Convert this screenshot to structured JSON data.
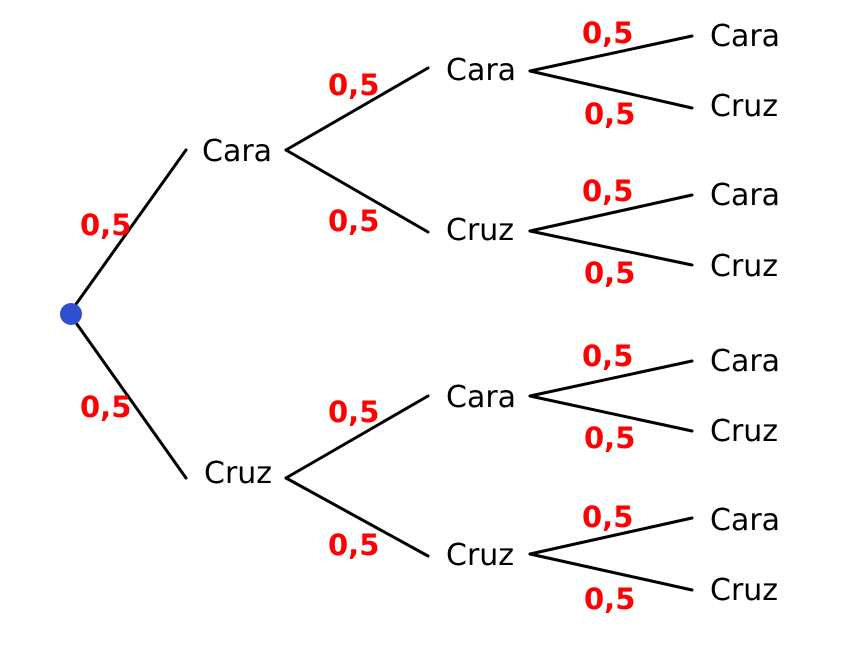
{
  "colors": {
    "edge": "#000000",
    "probability": "#ff0000",
    "root": "#2e4fd0",
    "node_text": "#000000"
  },
  "tree": {
    "root": {
      "label": ""
    },
    "level1": [
      {
        "label": "Cara",
        "prob": "0,5"
      },
      {
        "label": "Cruz",
        "prob": "0,5"
      }
    ],
    "level2": [
      {
        "label": "Cara",
        "prob": "0,5"
      },
      {
        "label": "Cruz",
        "prob": "0,5"
      },
      {
        "label": "Cara",
        "prob": "0,5"
      },
      {
        "label": "Cruz",
        "prob": "0,5"
      }
    ],
    "level3": [
      {
        "label": "Cara",
        "prob": "0,5"
      },
      {
        "label": "Cruz",
        "prob": "0,5"
      },
      {
        "label": "Cara",
        "prob": "0,5"
      },
      {
        "label": "Cruz",
        "prob": "0,5"
      },
      {
        "label": "Cara",
        "prob": "0,5"
      },
      {
        "label": "Cruz",
        "prob": "0,5"
      },
      {
        "label": "Cara",
        "prob": "0,5"
      },
      {
        "label": "Cruz",
        "prob": "0,5"
      }
    ]
  }
}
